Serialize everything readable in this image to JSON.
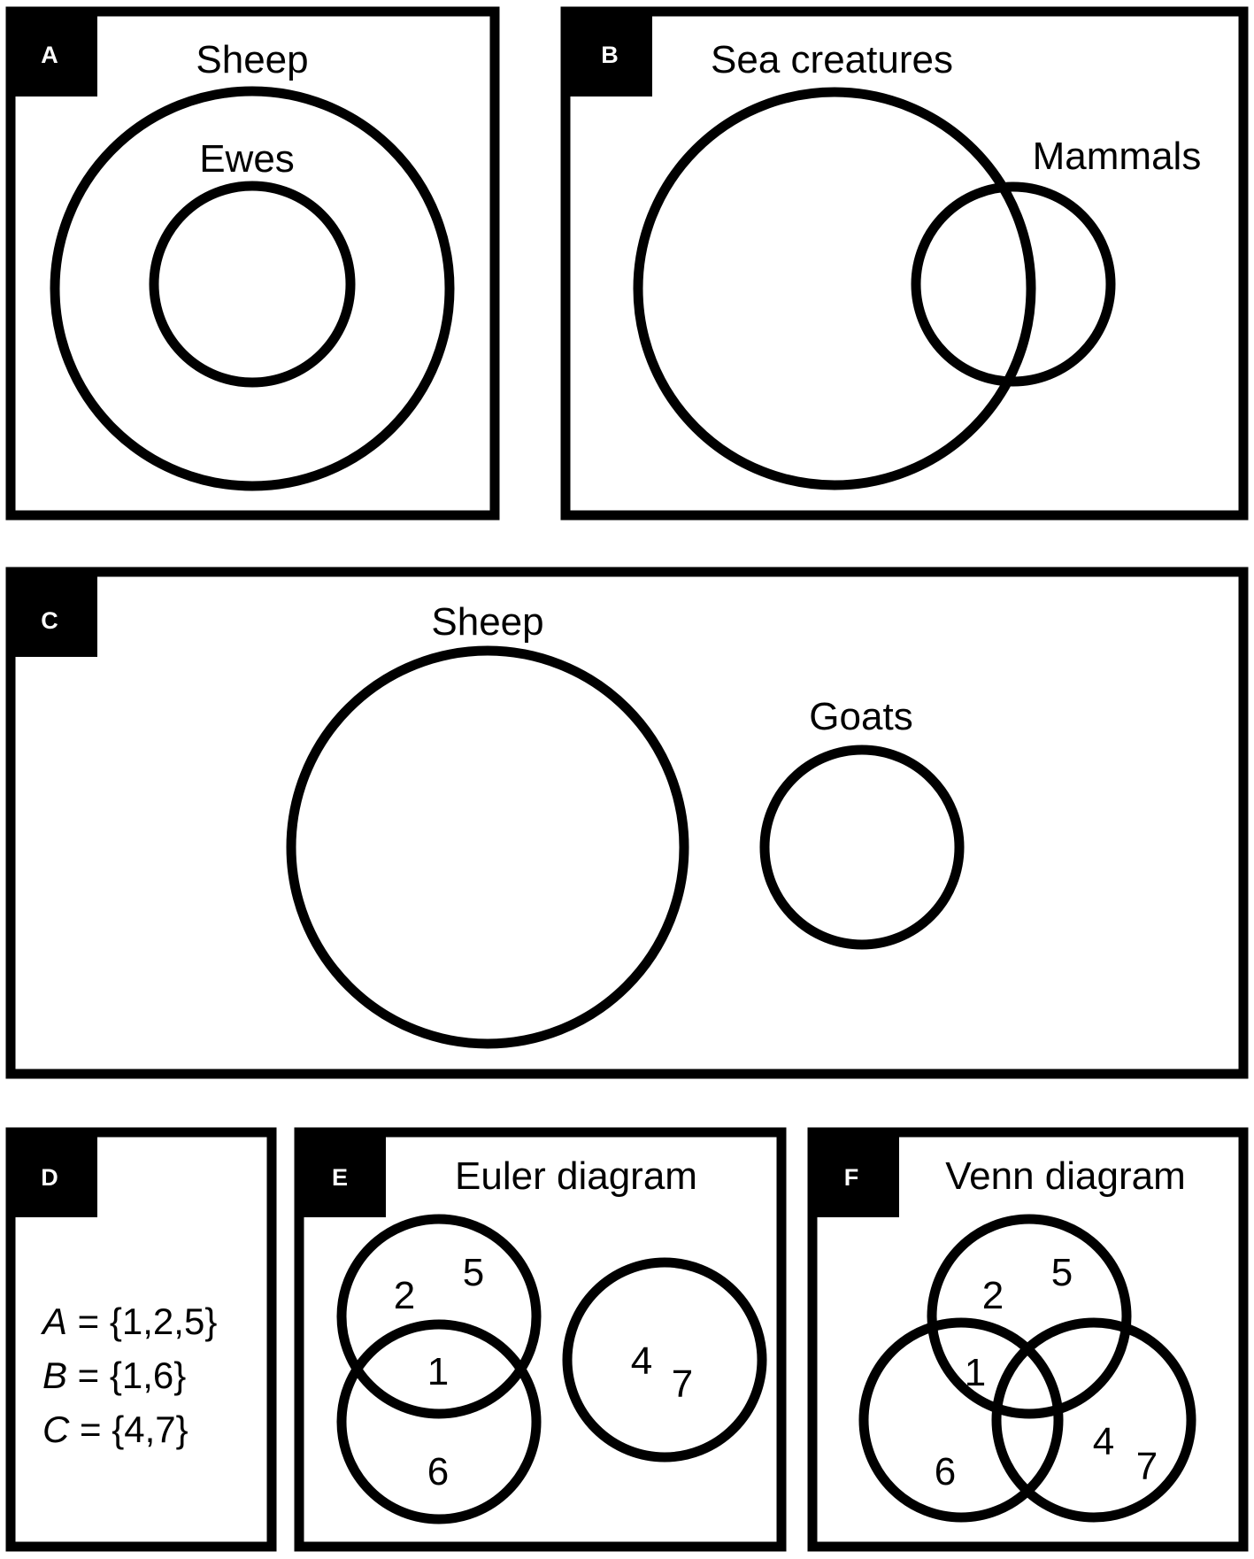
{
  "panels": {
    "a": {
      "tag": "A",
      "outer": "Sheep",
      "inner": "Ewes"
    },
    "b": {
      "tag": "B",
      "left": "Sea creatures",
      "right": "Mammals"
    },
    "c": {
      "tag": "C",
      "left": "Sheep",
      "right": "Goats"
    },
    "d": {
      "tag": "D",
      "sets": [
        {
          "name": "A",
          "eq": " = {1,2,5}"
        },
        {
          "name": "B",
          "eq": " = {1,6}"
        },
        {
          "name": "C",
          "eq": " = {4,7}"
        }
      ]
    },
    "e": {
      "tag": "E",
      "title": "Euler diagram",
      "numbers": [
        "2",
        "5",
        "1",
        "6",
        "4",
        "7"
      ]
    },
    "f": {
      "tag": "F",
      "title": "Venn diagram",
      "numbers": [
        "2",
        "5",
        "1",
        "6",
        "4",
        "7"
      ]
    }
  }
}
